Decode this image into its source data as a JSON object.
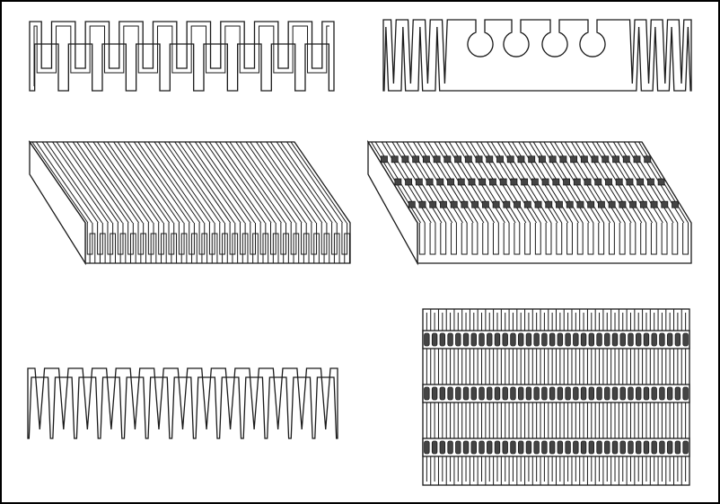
{
  "figure": {
    "panels": [
      {
        "id": "rect-serpentine",
        "shape": "rectangular-serpentine",
        "view": "2d"
      },
      {
        "id": "vee-with-circles",
        "shape": "v-serpentine-with-circular-cutouts",
        "view": "2d"
      },
      {
        "id": "stacked-plain",
        "shape": "stacked-rectangular-fins",
        "view": "isometric"
      },
      {
        "id": "stacked-louvered",
        "shape": "stacked-fins-with-slots",
        "view": "isometric"
      },
      {
        "id": "v-serpentine",
        "shape": "v-serpentine",
        "view": "2d"
      },
      {
        "id": "grid-top",
        "shape": "slotted-fin-grid",
        "view": "top"
      }
    ],
    "line_color": "#1a1a1a",
    "background": "#ffffff"
  }
}
